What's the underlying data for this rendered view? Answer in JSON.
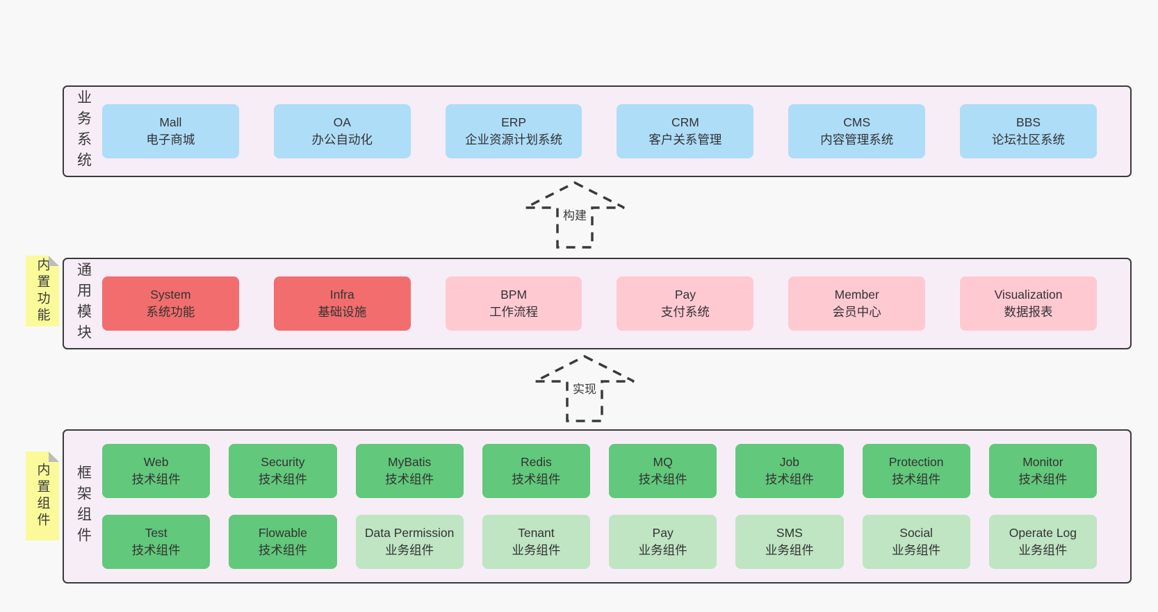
{
  "colors": {
    "page_bg": "#f8f8f8",
    "container_bg": "#f7edf6",
    "container_border": "#3a3a3a",
    "business_box": "#aeddf8",
    "core_module_box": "#f26d6d",
    "optional_module_box": "#ffc9d2",
    "tech_component_box": "#62c87b",
    "biz_component_box": "#bfe5c3",
    "note_bg": "#fafa9b",
    "note_fold": "#bcbcbc",
    "text": "#333333"
  },
  "arrows": [
    {
      "label": "构建"
    },
    {
      "label": "实现"
    }
  ],
  "layers": [
    {
      "title": "业务系统",
      "boxes": [
        {
          "name": "Mall",
          "desc": "电子商城"
        },
        {
          "name": "OA",
          "desc": "办公自动化"
        },
        {
          "name": "ERP",
          "desc": "企业资源计划系统"
        },
        {
          "name": "CRM",
          "desc": "客户关系管理"
        },
        {
          "name": "CMS",
          "desc": "内容管理系统"
        },
        {
          "name": "BBS",
          "desc": "论坛社区系统"
        }
      ]
    },
    {
      "title": "通用模块",
      "note": "内置功能",
      "boxes": [
        {
          "name": "System",
          "desc": "系统功能"
        },
        {
          "name": "Infra",
          "desc": "基础设施"
        },
        {
          "name": "BPM",
          "desc": "工作流程"
        },
        {
          "name": "Pay",
          "desc": "支付系统"
        },
        {
          "name": "Member",
          "desc": "会员中心"
        },
        {
          "name": "Visualization",
          "desc": "数据报表"
        }
      ]
    },
    {
      "title": "框架组件",
      "note": "内置组件",
      "row1": [
        {
          "name": "Web",
          "desc": "技术组件"
        },
        {
          "name": "Security",
          "desc": "技术组件"
        },
        {
          "name": "MyBatis",
          "desc": "技术组件"
        },
        {
          "name": "Redis",
          "desc": "技术组件"
        },
        {
          "name": "MQ",
          "desc": "技术组件"
        },
        {
          "name": "Job",
          "desc": "技术组件"
        },
        {
          "name": "Protection",
          "desc": "技术组件"
        },
        {
          "name": "Monitor",
          "desc": "技术组件"
        }
      ],
      "row2": [
        {
          "name": "Test",
          "desc": "技术组件"
        },
        {
          "name": "Flowable",
          "desc": "技术组件"
        },
        {
          "name": "Data Permission",
          "desc": "业务组件"
        },
        {
          "name": "Tenant",
          "desc": "业务组件"
        },
        {
          "name": "Pay",
          "desc": "业务组件"
        },
        {
          "name": "SMS",
          "desc": "业务组件"
        },
        {
          "name": "Social",
          "desc": "业务组件"
        },
        {
          "name": "Operate Log",
          "desc": "业务组件"
        }
      ]
    }
  ]
}
